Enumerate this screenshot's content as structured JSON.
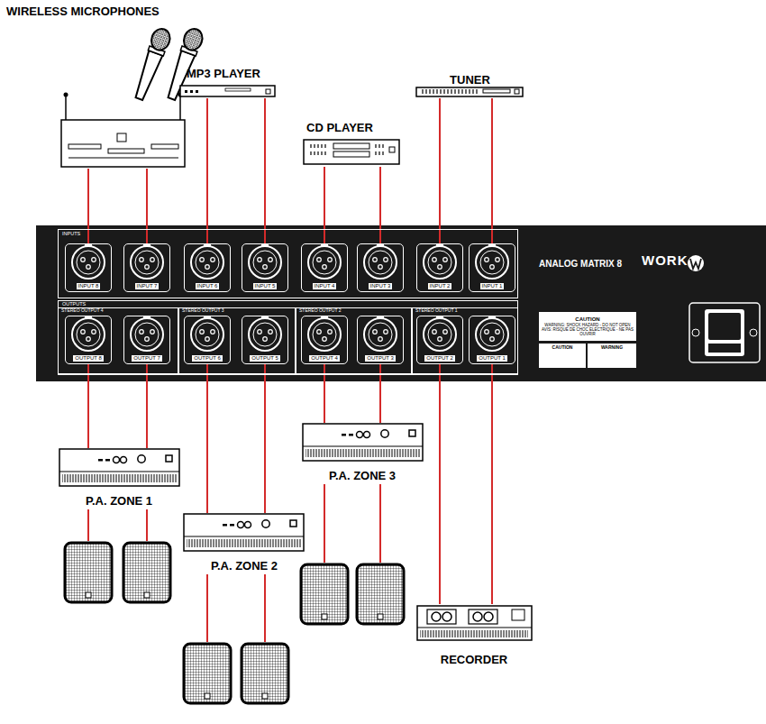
{
  "diagram": {
    "nodes": [
      {
        "text": [
          "WIRELESS MICROPHONES"
        ]
      },
      {
        "text": [
          "MP3 PLAYER"
        ]
      },
      {
        "text": [
          "CD PLAYER"
        ]
      },
      {
        "text": [
          "TUNER"
        ]
      },
      {
        "text": [
          "ANALOG MATRIX 8",
          "WORK"
        ]
      },
      {
        "text": [
          "INPUTS"
        ],
        "in": 4
      },
      {
        "text": [
          "INPUT 8"
        ],
        "in": 5
      },
      {
        "text": [
          "INPUT 7"
        ],
        "in": 5
      },
      {
        "text": [
          "INPUT 6"
        ],
        "in": 5
      },
      {
        "text": [
          "INPUT 5"
        ],
        "in": 5
      },
      {
        "text": [
          "INPUT 4"
        ],
        "in": 5
      },
      {
        "text": [
          "INPUT 3"
        ],
        "in": 5
      },
      {
        "text": [
          "INPUT 2"
        ],
        "in": 5
      },
      {
        "text": [
          "INPUT 1"
        ],
        "in": 5
      },
      {
        "text": [
          "OUTPUTS"
        ],
        "in": 4
      },
      {
        "text": [
          "STEREO OUTPUT 4"
        ],
        "in": 14
      },
      {
        "text": [
          "OUTPUT 8"
        ],
        "in": 15
      },
      {
        "text": [
          "OUTPUT 7"
        ],
        "in": 15
      },
      {
        "text": [
          "STEREO OUTPUT 3"
        ],
        "in": 14
      },
      {
        "text": [
          "OUTPUT 6"
        ],
        "in": 18
      },
      {
        "text": [
          "OUTPUT 5"
        ],
        "in": 18
      },
      {
        "text": [
          "STEREO OUTPUT 2"
        ],
        "in": 14
      },
      {
        "text": [
          "OUTPUT 4"
        ],
        "in": 21
      },
      {
        "text": [
          "OUTPUT 3"
        ],
        "in": 21
      },
      {
        "text": [
          "STEREO OUTPUT 1"
        ],
        "in": 14
      },
      {
        "text": [
          "OUTPUT 2"
        ],
        "in": 24
      },
      {
        "text": [
          "OUTPUT 1"
        ],
        "in": 24
      },
      {
        "text": [
          "CAUTION",
          "WARNING: SHOCK HAZARD - DO NOT OPEN",
          "AVIS: RISQUE DE CHOC ELECTRIQUE - NE PAS OUVRIR"
        ],
        "in": 4
      },
      {
        "text": [
          "CAUTION"
        ],
        "in": 4
      },
      {
        "text": [
          "WARNING"
        ],
        "in": 4
      },
      {
        "text": [
          "P.A. ZONE 1"
        ]
      },
      {
        "text": [
          "P.A. ZONE 3"
        ]
      },
      {
        "text": [
          "P.A. ZONE 2"
        ]
      },
      {
        "text": [
          "RECORDER"
        ]
      }
    ],
    "edges": [
      {
        "from": 0,
        "to": 6,
        "arrow": "none"
      },
      {
        "from": 0,
        "to": 7,
        "arrow": "none"
      },
      {
        "from": 1,
        "to": 8,
        "arrow": "none"
      },
      {
        "from": 1,
        "to": 9,
        "arrow": "none"
      },
      {
        "from": 2,
        "to": 10,
        "arrow": "none"
      },
      {
        "from": 2,
        "to": 11,
        "arrow": "none"
      },
      {
        "from": 3,
        "to": 12,
        "arrow": "none"
      },
      {
        "from": 3,
        "to": 13,
        "arrow": "none"
      },
      {
        "from": 16,
        "to": 30,
        "arrow": "none"
      },
      {
        "from": 17,
        "to": 30,
        "arrow": "none"
      },
      {
        "from": 19,
        "to": 32,
        "arrow": "none"
      },
      {
        "from": 20,
        "to": 32,
        "arrow": "none"
      },
      {
        "from": 22,
        "to": 31,
        "arrow": "none"
      },
      {
        "from": 23,
        "to": 31,
        "arrow": "none"
      },
      {
        "from": 25,
        "to": 33,
        "arrow": "none"
      },
      {
        "from": 26,
        "to": 33,
        "arrow": "none"
      }
    ]
  }
}
